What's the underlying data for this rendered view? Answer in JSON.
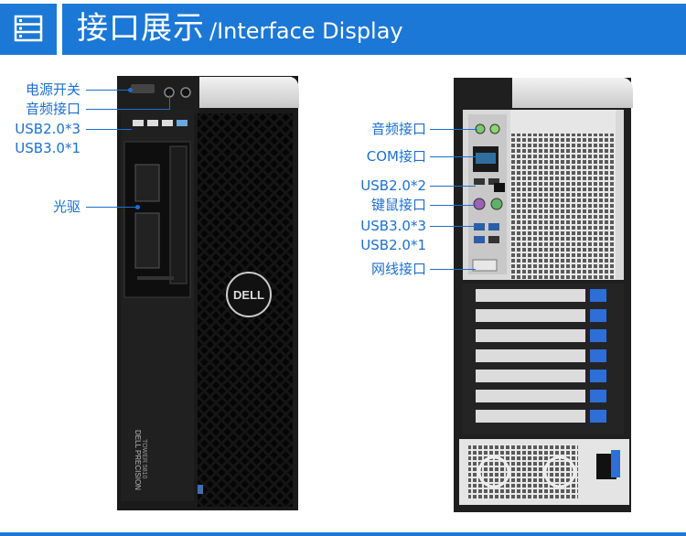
{
  "header": {
    "title_zh": "接口展示",
    "title_en": "/Interface Display",
    "icon": "server-list-icon"
  },
  "front": {
    "labels": {
      "power": "电源开关",
      "audio": "音频接口",
      "usb2": "USB2.0*3",
      "usb3": "USB3.0*1",
      "optical": "光驱"
    },
    "brand_logo": "DELL",
    "side_text_1": "DELL PRECISION",
    "side_text_2": "TOWER 5810"
  },
  "back": {
    "labels": {
      "audio": "音频接口",
      "com": "COM接口",
      "usb2": "USB2.0*2",
      "kbd_mouse": "键鼠接口",
      "usb3": "USB3.0*3",
      "usb2b": "USB2.0*1",
      "lan": "网线接口"
    }
  },
  "colors": {
    "accent": "#1c78d6",
    "label": "#1c6fd0"
  }
}
